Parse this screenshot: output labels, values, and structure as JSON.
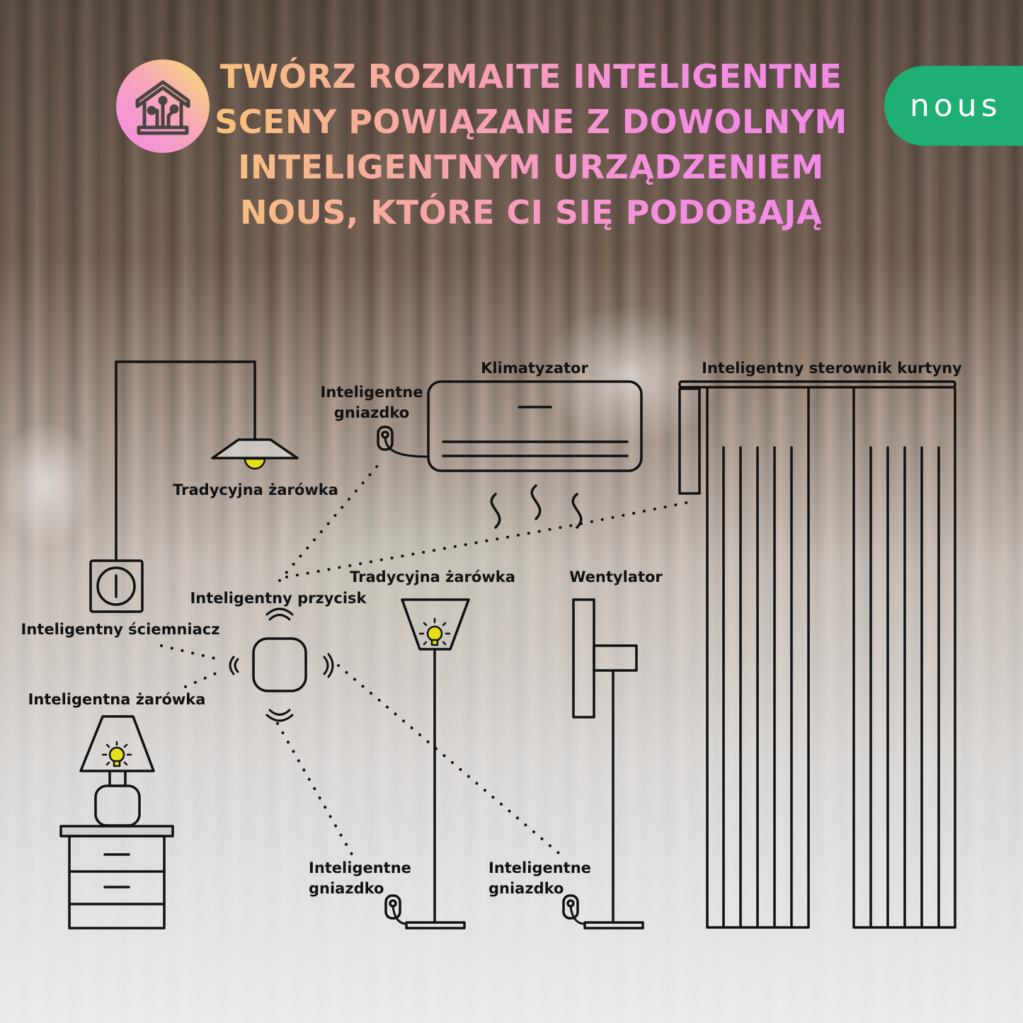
{
  "headline": {
    "lines": [
      "TWÓRZ ROZMAITE INTELIGENTNE",
      "SCENY POWIĄZANE Z DOWOLNYM",
      "INTELIGENTNYM URZĄDZENIEM",
      "NOUS, KTÓRE CI SIĘ PODOBAJĄ"
    ],
    "gradient_colors": [
      "#f7c27a",
      "#f58ee0"
    ]
  },
  "header_icon": {
    "icon": "smart-home-icon",
    "gradient_colors": [
      "#f7e36a",
      "#f58ae8"
    ]
  },
  "brand": {
    "logo_text": "nous",
    "background": "#1fae74"
  },
  "diagram": {
    "hub": {
      "label": "Inteligentny przycisk"
    },
    "devices": [
      {
        "id": "ceiling-lamp",
        "label": "Tradycyjna żarówka"
      },
      {
        "id": "air-conditioner",
        "label": "Klimatyzator"
      },
      {
        "id": "ac-plug",
        "label_line1": "Inteligentne",
        "label_line2": "gniazdko"
      },
      {
        "id": "curtain-controller",
        "label": "Inteligentny sterownik kurtyny"
      },
      {
        "id": "dimmer",
        "label": "Inteligentny ściemniacz"
      },
      {
        "id": "smart-bulb-lamp",
        "label": "Inteligentna żarówka"
      },
      {
        "id": "floor-lamp",
        "label": "Tradycyjna żarówka"
      },
      {
        "id": "fan",
        "label": "Wentylator"
      },
      {
        "id": "floor-lamp-plug",
        "label_line1": "Inteligentne",
        "label_line2": "gniazdko"
      },
      {
        "id": "fan-plug",
        "label_line1": "Inteligentne",
        "label_line2": "gniazdko"
      }
    ],
    "bulb_color": "#e6df1a"
  }
}
